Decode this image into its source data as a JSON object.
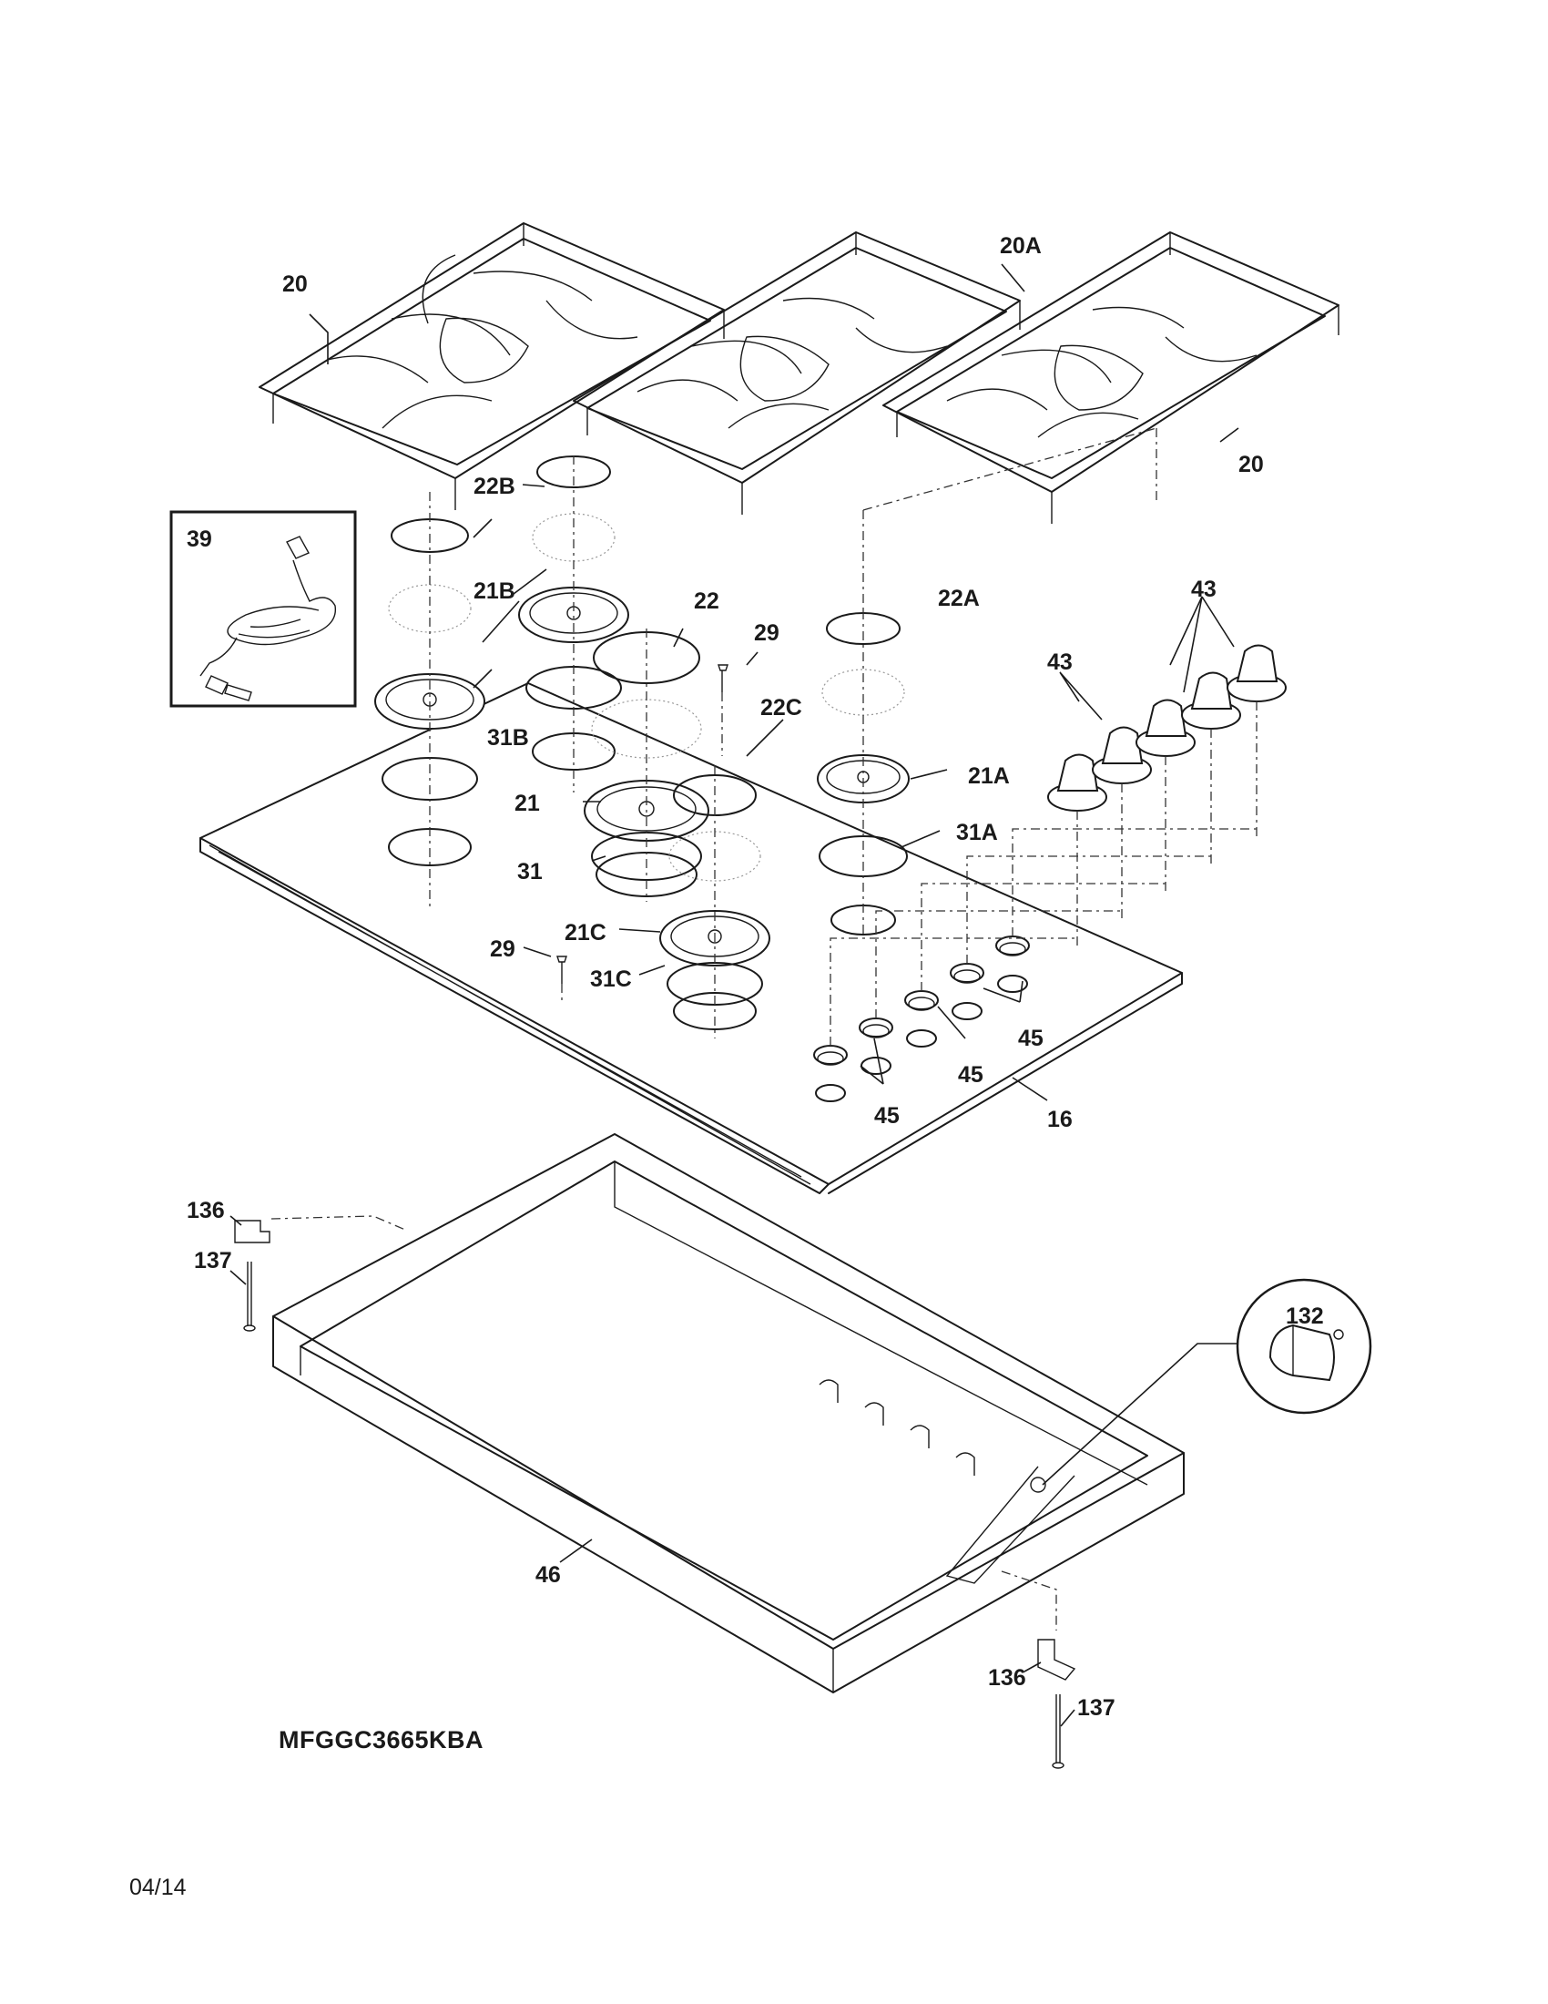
{
  "document": {
    "model_number": "MFGGC3665KBA",
    "date": "04/14"
  },
  "callouts": {
    "c20_left": "20",
    "c20_right": "20",
    "c20a": "20A",
    "c22b": "22B",
    "c21b": "21B",
    "c31b": "31B",
    "c22": "22",
    "c22c": "22C",
    "c29_top": "29",
    "c29_bottom": "29",
    "c21": "21",
    "c31": "31",
    "c21c": "21C",
    "c31c": "31C",
    "c22a": "22A",
    "c21a": "21A",
    "c31a": "31A",
    "c43_left": "43",
    "c43_right": "43",
    "c45_a": "45",
    "c45_b": "45",
    "c45_c": "45",
    "c16": "16",
    "c39": "39",
    "c132": "132",
    "c136_left": "136",
    "c136_right": "136",
    "c137_left": "137",
    "c137_right": "137",
    "c46": "46"
  }
}
